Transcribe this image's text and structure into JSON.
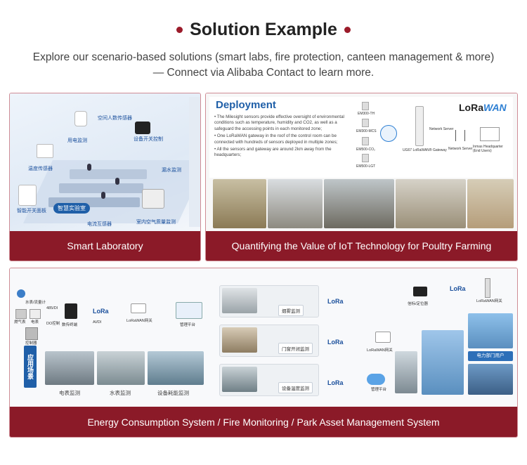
{
  "header": {
    "title": "Solution Example",
    "subtitle_line1": "Explore our scenario-based solutions (smart labs, fire protection, canteen management & more)",
    "subtitle_line2": "— Connect via Alibaba Contact to learn more."
  },
  "cards": {
    "smart_lab": {
      "label": "Smart Laboratory",
      "labels": {
        "sensor1": "空间人数传感器",
        "power": "用电监测",
        "switch_ctrl": "设备开关控制",
        "temp": "温度传感器",
        "water": "漏水监测",
        "smart_panel": "智能开关面板",
        "lab_name": "智慧实验室",
        "current": "电流互感器",
        "air": "室内空气质量监测"
      }
    },
    "poultry": {
      "label": "Quantifying the Value of IoT Technology for Poultry Farming",
      "deployment_title": "Deployment",
      "logo_main": "LoRa",
      "logo_accent": "WAN",
      "bullets": [
        "• The Milesight sensors provide effective oversight of environmental conditions such as temperature, humidity and CO2, as well as a safeguard the accessing points in each monitored zone;",
        "• One LoRaWAN gateway in the roof of the control room can be connected with hundreds of sensors deployed in multiple zones;",
        "• All the sensors and gateway are around 2km away from the headquarters;"
      ],
      "device_labels": {
        "em300_th": "EM300-TH",
        "em300_mcs": "EM300-MCS",
        "em500_co2": "EM500-CO₂",
        "em500_lgt": "EM500-LGT",
        "gateway": "UG67 LoRaWAN® Gateway",
        "network_server": "Network Server",
        "network_server2": "Network Server",
        "hq": "Inmas Headquarter (End Users)"
      }
    },
    "energy": {
      "label": "Energy Consumption System / Fire Monitoring / Park Asset Management System",
      "labels": {
        "water_meter": "水表/流量计",
        "gas_meter": "燃气表",
        "elec_meter": "电表",
        "control": "控制器",
        "rs485": "485/DI",
        "do_ctrl": "DO控制",
        "collector": "数传终端",
        "lora1": "LoRa",
        "ai_di": "AI/DI",
        "gateway1": "LoRaWAN网关",
        "platform1": "管理平台",
        "app_scene": "应用场景",
        "elec_mon": "电表监测",
        "water_mon": "水表监测",
        "equip_mon": "设备耗能监测",
        "smoke": "烟雾监测",
        "door": "门窗开闭监测",
        "equip_temp": "设备温度监测",
        "lora2": "LoRa",
        "lora3": "LoRa",
        "lora4": "LoRa",
        "gateway2": "LoRaWAN网关",
        "platform2": "管理平台",
        "locator": "信标/定位器",
        "lora5": "LoRa",
        "gateway3": "LoRaWAN网关",
        "power_dept": "电力部门用户"
      }
    }
  },
  "colors": {
    "accent": "#9b1b2a",
    "bar": "#8b1a28",
    "lora_blue": "#1a4f9c"
  }
}
